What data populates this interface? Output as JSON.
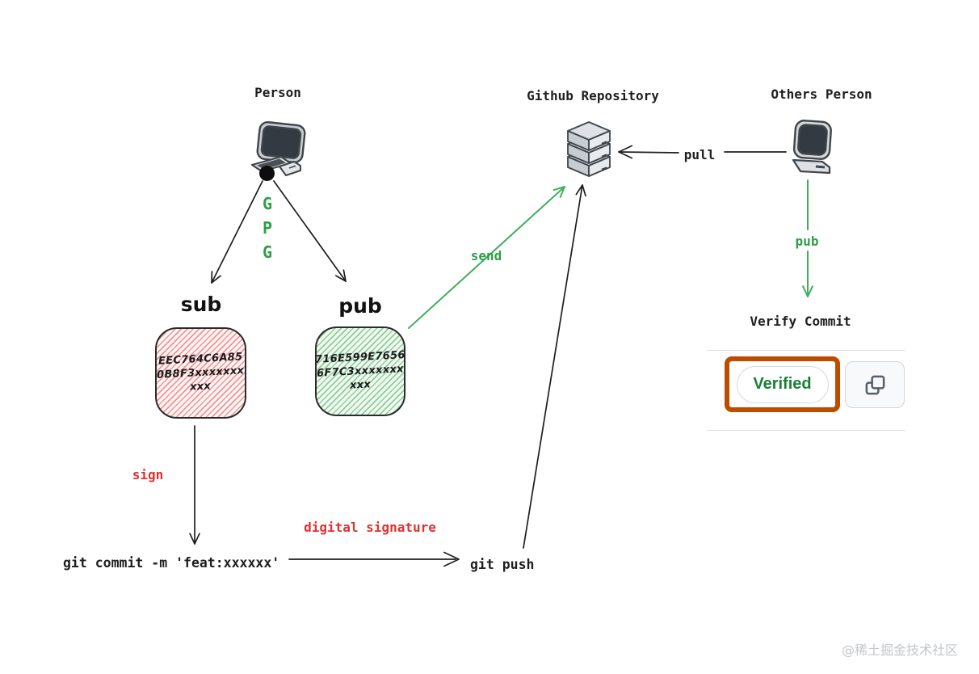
{
  "colors": {
    "ink": "#1e1e1e",
    "green_text": "#2f9e44",
    "arrow_green": "#3fae60",
    "red": "#e03131",
    "highlight_orange": "#bc4c00",
    "verified_green": "#1a7f37",
    "border_gray": "#d0d7de",
    "panel_line": "#d8dee4"
  },
  "diagram": {
    "person_label": "Person",
    "gpg_letters": [
      "G",
      "P",
      "G"
    ],
    "sub": {
      "label": "sub",
      "key": [
        "EEC764C6A85",
        "0B8F3xxxxxxx",
        "xxx"
      ]
    },
    "pub": {
      "label": "pub",
      "key": [
        "716E599E7656",
        "6F7C3xxxxxxx",
        "xxx"
      ]
    },
    "github_label": "Github Repository",
    "others_label": "Others Person",
    "verify_label": "Verify Commit",
    "badge": {
      "verified": "Verified"
    },
    "commit_command": "git commit -m 'feat:xxxxxx'",
    "push_command": "git push",
    "edges": {
      "send": "send",
      "pull": "pull",
      "pub": "pub",
      "sign": "sign",
      "digital_signature": "digital signature"
    }
  },
  "watermark": "@稀土掘金技术社区"
}
